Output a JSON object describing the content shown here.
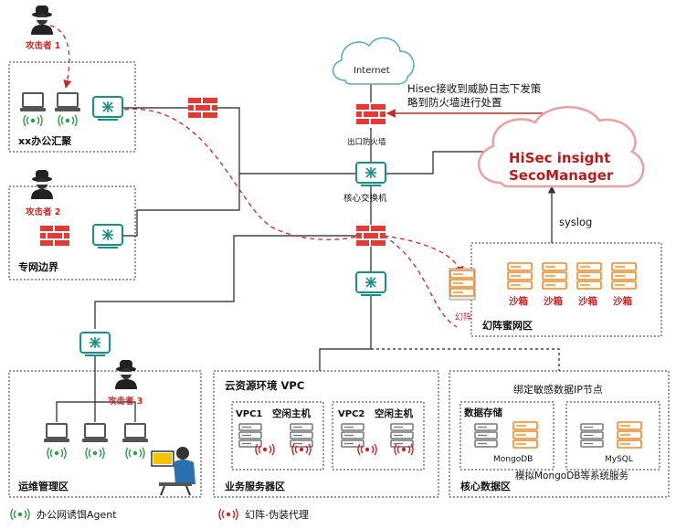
{
  "attackers": {
    "a1": "攻击者 1",
    "a2": "攻击者 2",
    "a3": "攻击者 3"
  },
  "zones": {
    "office": "xx办公汇聚",
    "private_border": "专网边界",
    "ops": "运维管理区",
    "business": "业务服务器区",
    "core_data": "核心数据区",
    "honeynet": "幻阵蜜网区"
  },
  "cloud": {
    "internet": "Internet"
  },
  "nodes": {
    "egress_fw": "出口防火墙",
    "core_switch": "核心交换机",
    "huanzhen": "幻阵"
  },
  "secomanager": {
    "line1": "HiSec insight",
    "line2": "SecoManager"
  },
  "annotation": {
    "line1": "Hisec接收到威胁日志下发策",
    "line2": "略到防火墙进行处置"
  },
  "syslog": "syslog",
  "sandboxes": [
    "沙箱",
    "沙箱",
    "沙箱",
    "沙箱"
  ],
  "vpc_zone": {
    "title": "云资源环境 VPC",
    "vpc1": "VPC1",
    "vpc1_host": "空闲主机",
    "vpc2": "VPC2",
    "vpc2_host": "空闲主机"
  },
  "core_zone": {
    "sensitive": "绑定敏感数据IP节点",
    "storage": "数据存储",
    "mongodb": "MongoDB",
    "mysql": "MySQL",
    "simulate": "模拟MongoDB等系统服务"
  },
  "legend": {
    "agent": "办公网诱饵Agent",
    "proxy": "幻阵-伪装代理"
  },
  "colors": {
    "teal": "#1a8f86",
    "red": "#e53935",
    "orange": "#f08a24",
    "dark_red": "#b71c1c"
  }
}
